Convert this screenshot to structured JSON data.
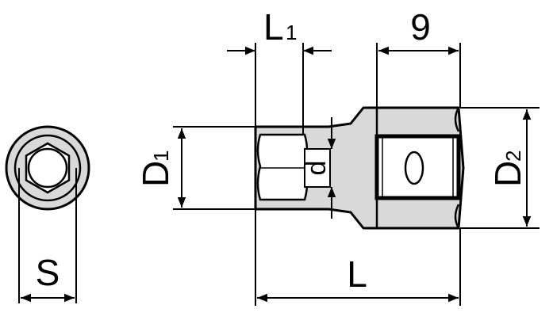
{
  "labels": {
    "s": "S",
    "l1_main": "L",
    "l1_sub": "1",
    "nine": "9",
    "d1_main": "D",
    "d1_sub": "1",
    "d2_main": "D",
    "d2_sub": "2",
    "d_small": "d",
    "l": "L"
  },
  "colors": {
    "line": "#000000",
    "fill": "#d9d9d9",
    "background": "#ffffff"
  }
}
